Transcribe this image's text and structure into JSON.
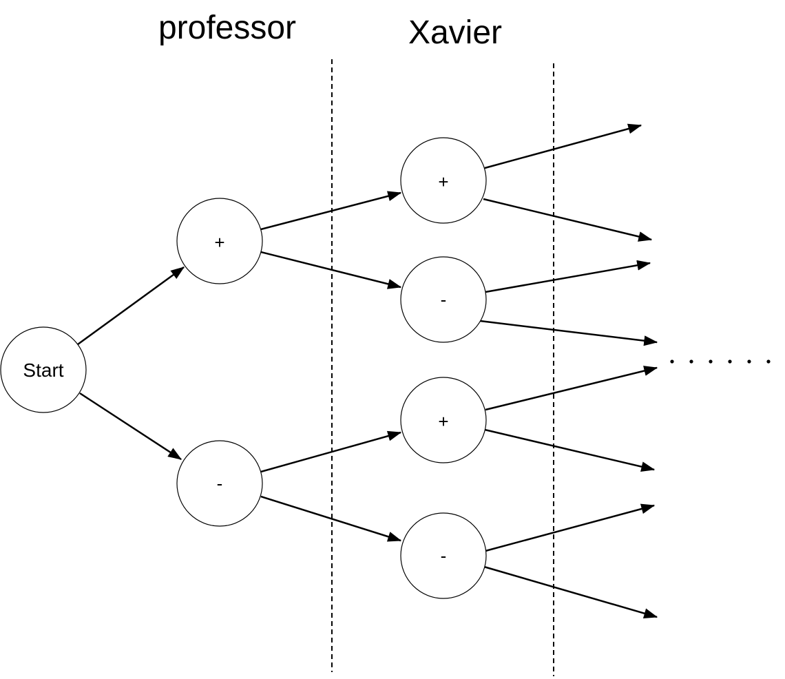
{
  "headings": {
    "left": "professor",
    "right": "Xavier"
  },
  "nodes": {
    "start": "Start",
    "level1_plus": "+",
    "level1_minus": "-",
    "level2_plus_a": "+",
    "level2_minus_a": "-",
    "level2_plus_b": "+",
    "level2_minus_b": "-"
  },
  "continuation": "......",
  "colors": {
    "stroke": "#000000",
    "background": "#ffffff"
  }
}
